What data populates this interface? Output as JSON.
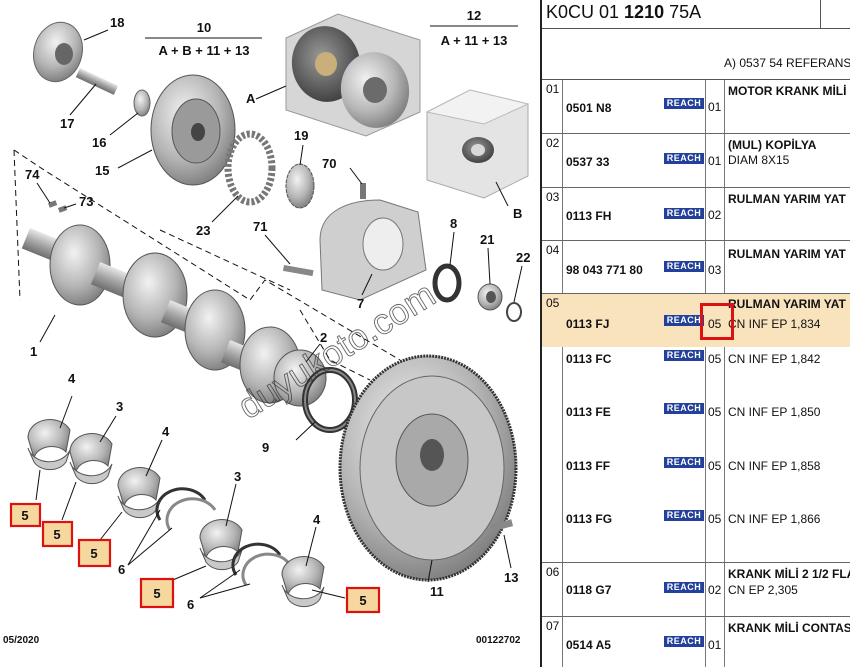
{
  "diagram": {
    "group_labels": [
      {
        "num": "10",
        "formula": "A + B + 11 + 13"
      },
      {
        "num": "12",
        "formula": "A + 11 + 13"
      }
    ],
    "letter_labels": [
      "A",
      "B"
    ],
    "part_numbers": [
      "18",
      "17",
      "16",
      "15",
      "19",
      "23",
      "70",
      "74",
      "73",
      "71",
      "8",
      "21",
      "22",
      "7",
      "1",
      "2",
      "3",
      "4",
      "9",
      "6",
      "11",
      "13"
    ],
    "qty_box_value": "5",
    "footer_left": "05/2020",
    "footer_right": "00122702",
    "watermark": "duyukoto.com"
  },
  "panel": {
    "title_prefix": "K0CU 01 ",
    "title_bold": "1210",
    "title_suffix": " 75A",
    "reference": "A) 0537 54 REFERANS",
    "reach_label": "REACH",
    "rows": [
      {
        "idx": "01",
        "part": "0501 N8",
        "qty": "01",
        "desc": "MOTOR KRANK MİLİ",
        "spec": ""
      },
      {
        "idx": "02",
        "part": "0537 33",
        "qty": "01",
        "desc": "(MUL) KOPİLYA",
        "spec": "DIAM 8X15"
      },
      {
        "idx": "03",
        "part": "0113 FH",
        "qty": "02",
        "desc": "RULMAN YARIM YAT",
        "spec": ""
      },
      {
        "idx": "04",
        "part": "98 043 771 80",
        "qty": "03",
        "desc": "RULMAN YARIM YAT",
        "spec": ""
      },
      {
        "idx": "05",
        "part": "0113 FJ",
        "qty": "05",
        "desc": "RULMAN YARIM YAT",
        "spec": "CN INF EP 1,834"
      },
      {
        "idx": "",
        "part": "0113 FC",
        "qty": "05",
        "desc": "",
        "spec": "CN INF EP 1,842"
      },
      {
        "idx": "",
        "part": "0113 FE",
        "qty": "05",
        "desc": "",
        "spec": "CN INF EP 1,850"
      },
      {
        "idx": "",
        "part": "0113 FF",
        "qty": "05",
        "desc": "",
        "spec": "CN INF EP 1,858"
      },
      {
        "idx": "",
        "part": "0113 FG",
        "qty": "05",
        "desc": "",
        "spec": "CN INF EP 1,866"
      },
      {
        "idx": "06",
        "part": "0118 G7",
        "qty": "02",
        "desc": "KRANK MİLİ 2 1/2 FLA",
        "spec": "CN EP 2,305"
      },
      {
        "idx": "07",
        "part": "0514 A5",
        "qty": "01",
        "desc": "KRANK MİLİ CONTAS",
        "spec": ""
      }
    ],
    "highlight_row": "05",
    "highlight_color": "#f9e3bd",
    "reach_color": "#23409a",
    "mark_color": "#dd1111"
  }
}
